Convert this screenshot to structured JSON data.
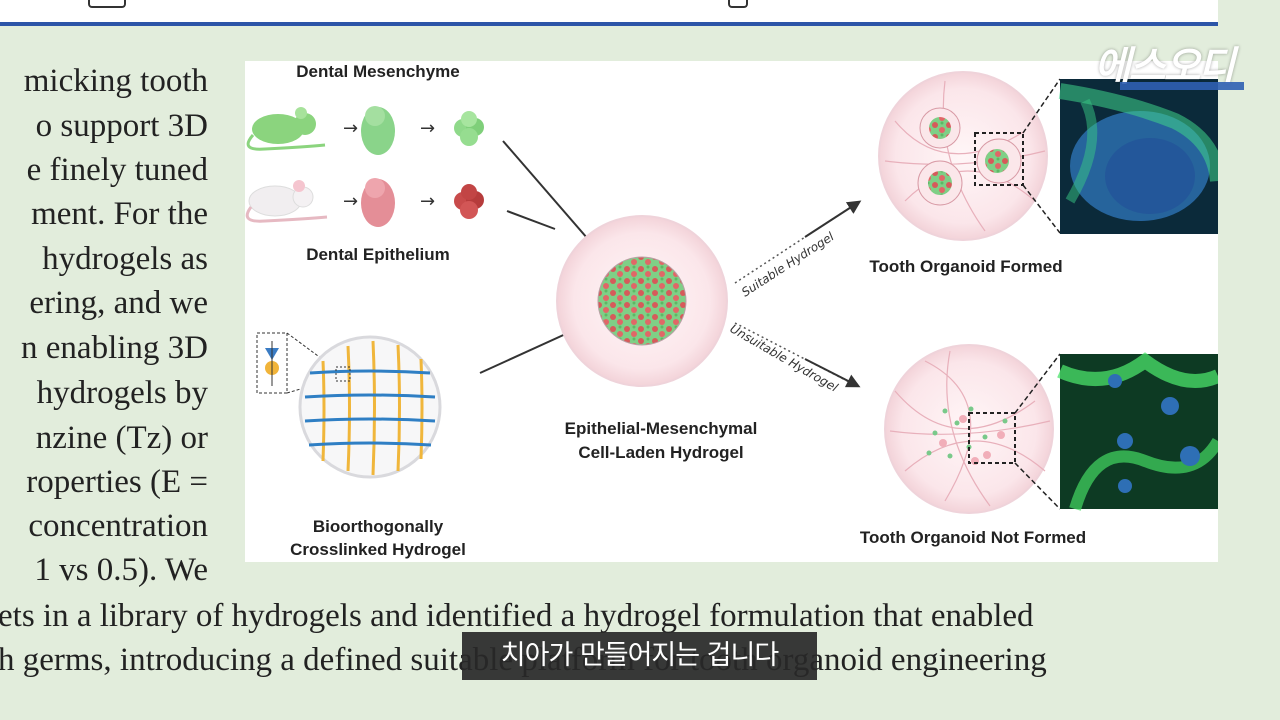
{
  "left_column_lines": [
    "micking tooth",
    "o support 3D",
    "e finely tuned",
    "ment. For the",
    "hydrogels  as",
    "ering, and we",
    "n enabling 3D",
    "hydrogels  by",
    "nzine (Tz) or",
    "roperties (E =",
    "concentration",
    "1 vs 0.5). We"
  ],
  "bottom_lines": [
    "ets in a library of hydrogels and identified a hydrogel formulation that enabled",
    "h germs, introducing a defined suitable platform for tooth organoid engineering"
  ],
  "figure": {
    "dental_mesenchyme": "Dental Mesenchyme",
    "dental_epithelium": "Dental Epithelium",
    "hydrogel_line1": "Bioorthogonally",
    "hydrogel_line2": "Crosslinked Hydrogel",
    "center_line1": "Epithelial-Mesenchymal",
    "center_line2": "Cell-Laden Hydrogel",
    "suitable": "Suitable Hydrogel",
    "unsuitable": "Unsuitable Hydrogel",
    "formed": "Tooth Organoid Formed",
    "not_formed": "Tooth Organoid Not Formed"
  },
  "logo": {
    "text": "에스오디"
  },
  "subtitle": {
    "text": "치아가 만들어지는 겁니다"
  },
  "colors": {
    "accent_blue": "#2c55a8",
    "page_bg": "#e2eddc",
    "mesenchyme_green": "#7fd07a",
    "epithelium_red": "#c94a4a"
  }
}
